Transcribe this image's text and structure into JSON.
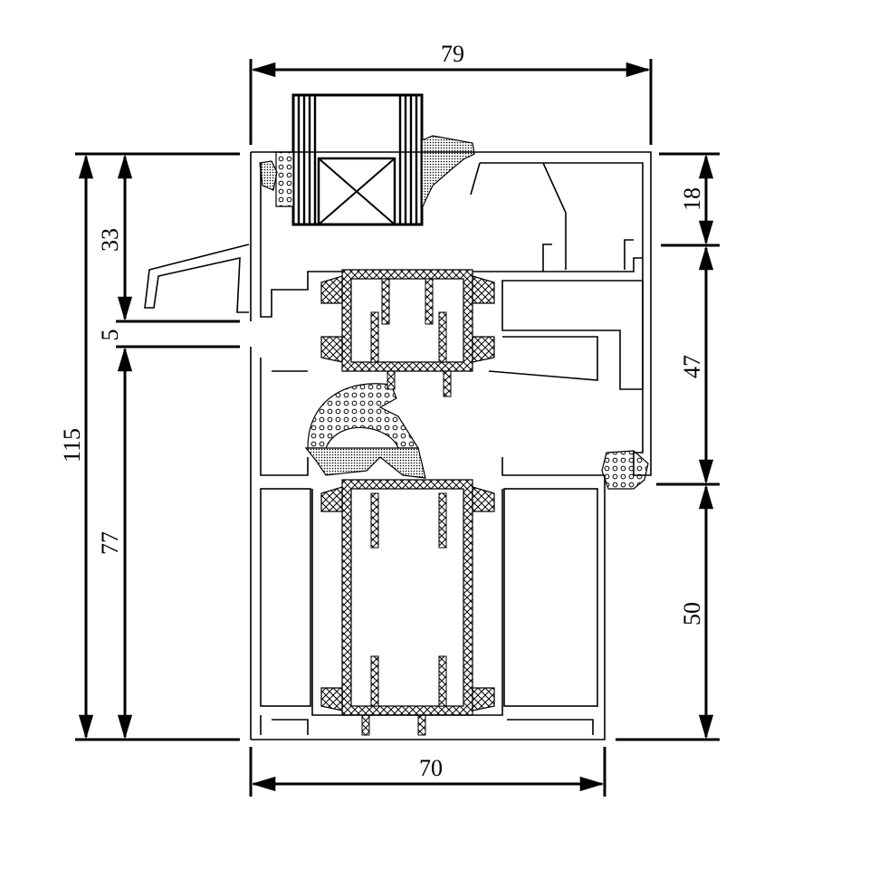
{
  "dimensions": {
    "top_width": "79",
    "bottom_width": "70",
    "total_height": "115",
    "left_upper": "33",
    "left_gap": "5",
    "left_lower": "77",
    "right_top": "18",
    "right_middle": "47",
    "right_bottom": "50"
  },
  "colors": {
    "line": "#000000",
    "background": "#ffffff"
  }
}
